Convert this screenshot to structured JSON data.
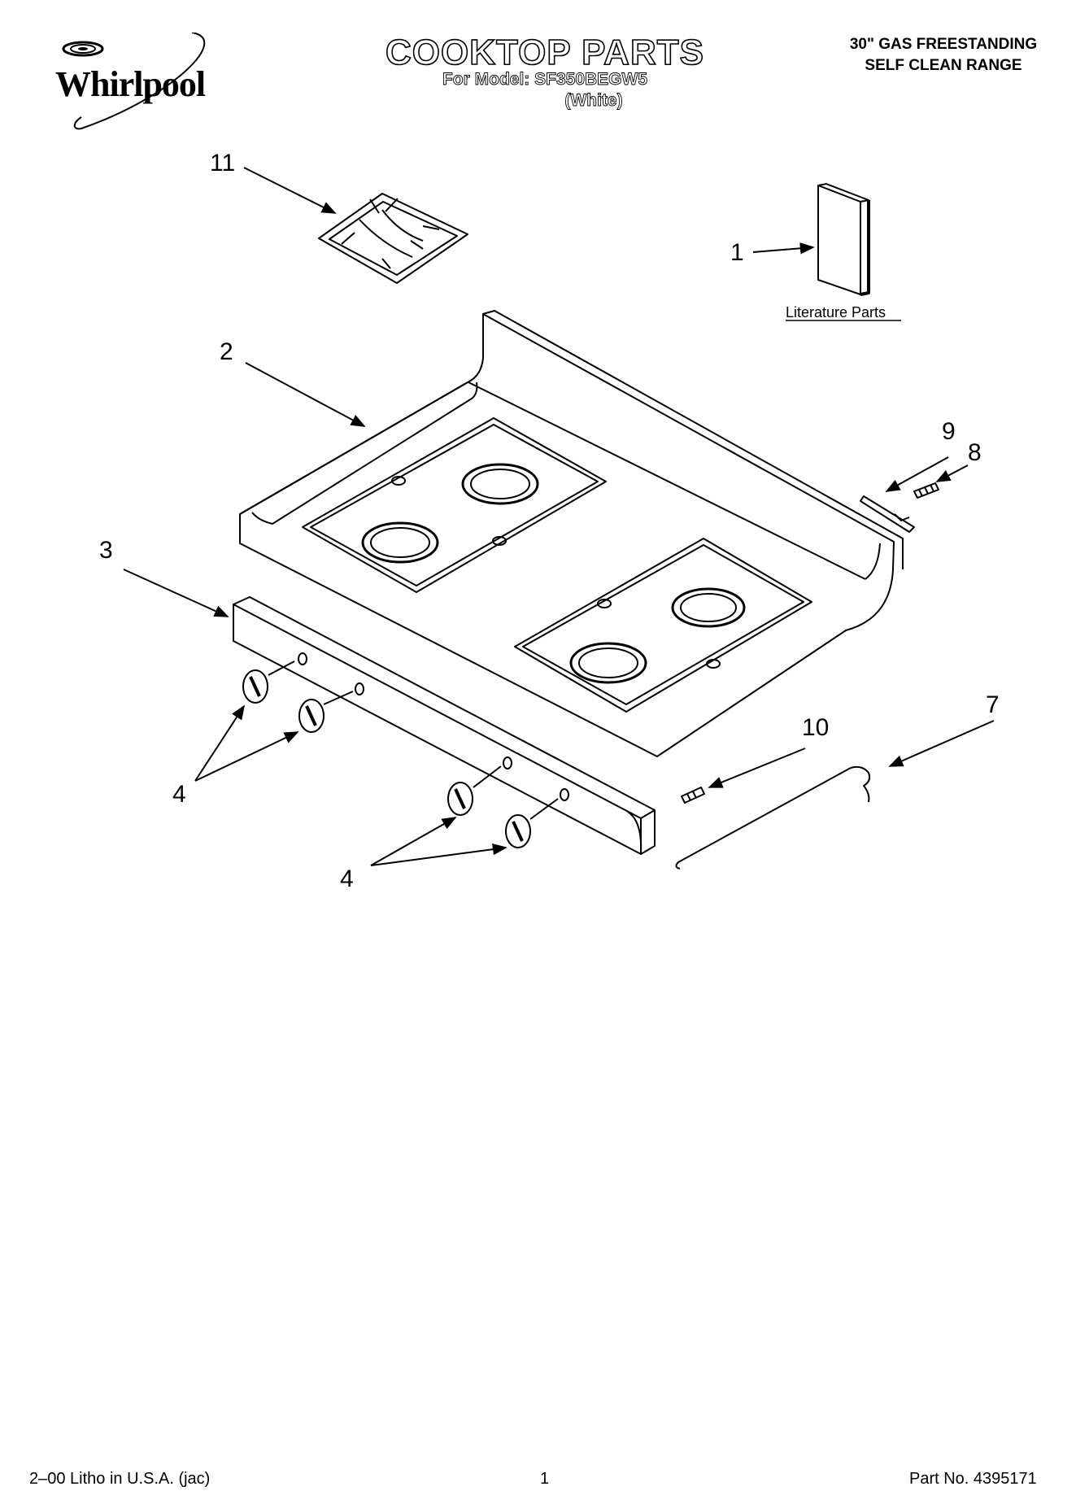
{
  "header": {
    "brand": "Whirlpool",
    "title": "COOKTOP PARTS",
    "model_line": "For Model: SF350BEGW5",
    "color": "(White)",
    "range_line1": "30\" GAS FREESTANDING",
    "range_line2": "SELF CLEAN RANGE"
  },
  "callouts": {
    "c1": "1",
    "c2": "2",
    "c3": "3",
    "c4a": "4",
    "c4b": "4",
    "c7": "7",
    "c8": "8",
    "c9": "9",
    "c10": "10",
    "c11": "11",
    "literature": "Literature Parts"
  },
  "footer": {
    "print_info": "2–00 Litho in U.S.A. (jac)",
    "page_number": "1",
    "part_number": "Part No. 4395171"
  }
}
